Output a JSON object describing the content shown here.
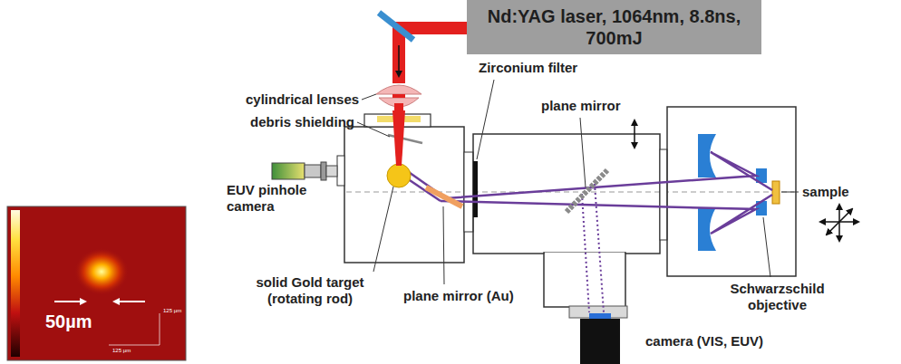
{
  "diagram": {
    "nodes": [
      {
        "text": [
          "Nd:YAG laser, 1064nm, 8.8ns, 700mJ"
        ]
      }
    ],
    "labels": [
      "cylindrical lenses",
      "debris shielding",
      "EUV pinhole camera",
      "solid Gold target (rotating rod)",
      "plane mirror (Au)",
      "Zirconium filter",
      "plane mirror",
      "camera (VIS, EUV)",
      "sample",
      "Schwarzschild objective",
      "50µm",
      "125 µm",
      "125 µm"
    ]
  }
}
